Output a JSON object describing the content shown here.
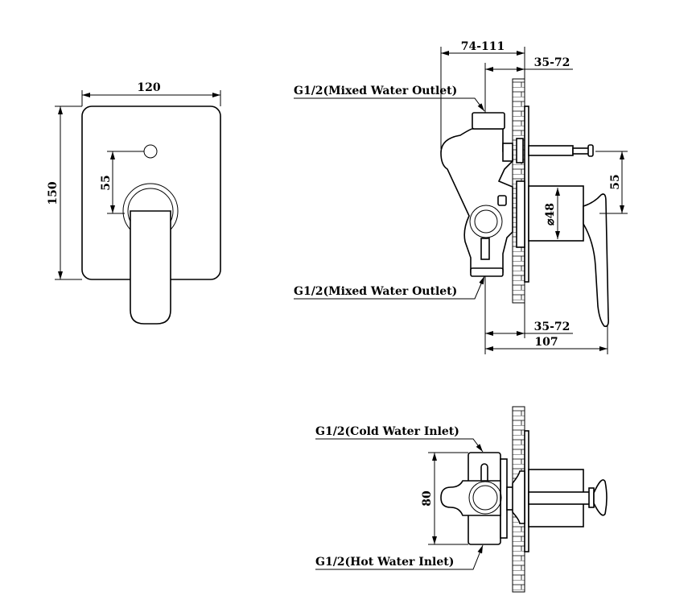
{
  "front_view": {
    "width_dim": "120",
    "height_dim": "150",
    "offset_dim": "55"
  },
  "side_view": {
    "depth_dim_top": "74-111",
    "wall_dim_top": "35-72",
    "outlet_label_top": "G1/2(Mixed Water Outlet)",
    "outlet_label_bottom": "G1/2(Mixed Water Outlet)",
    "offset_dim": "55",
    "diameter_dim": "⌀48",
    "wall_dim_bottom": "35-72",
    "total_dim": "107"
  },
  "top_view": {
    "cold_label": "G1/2(Cold Water Inlet)",
    "hot_label": "G1/2(Hot Water Inlet)",
    "spacing_dim": "80"
  }
}
